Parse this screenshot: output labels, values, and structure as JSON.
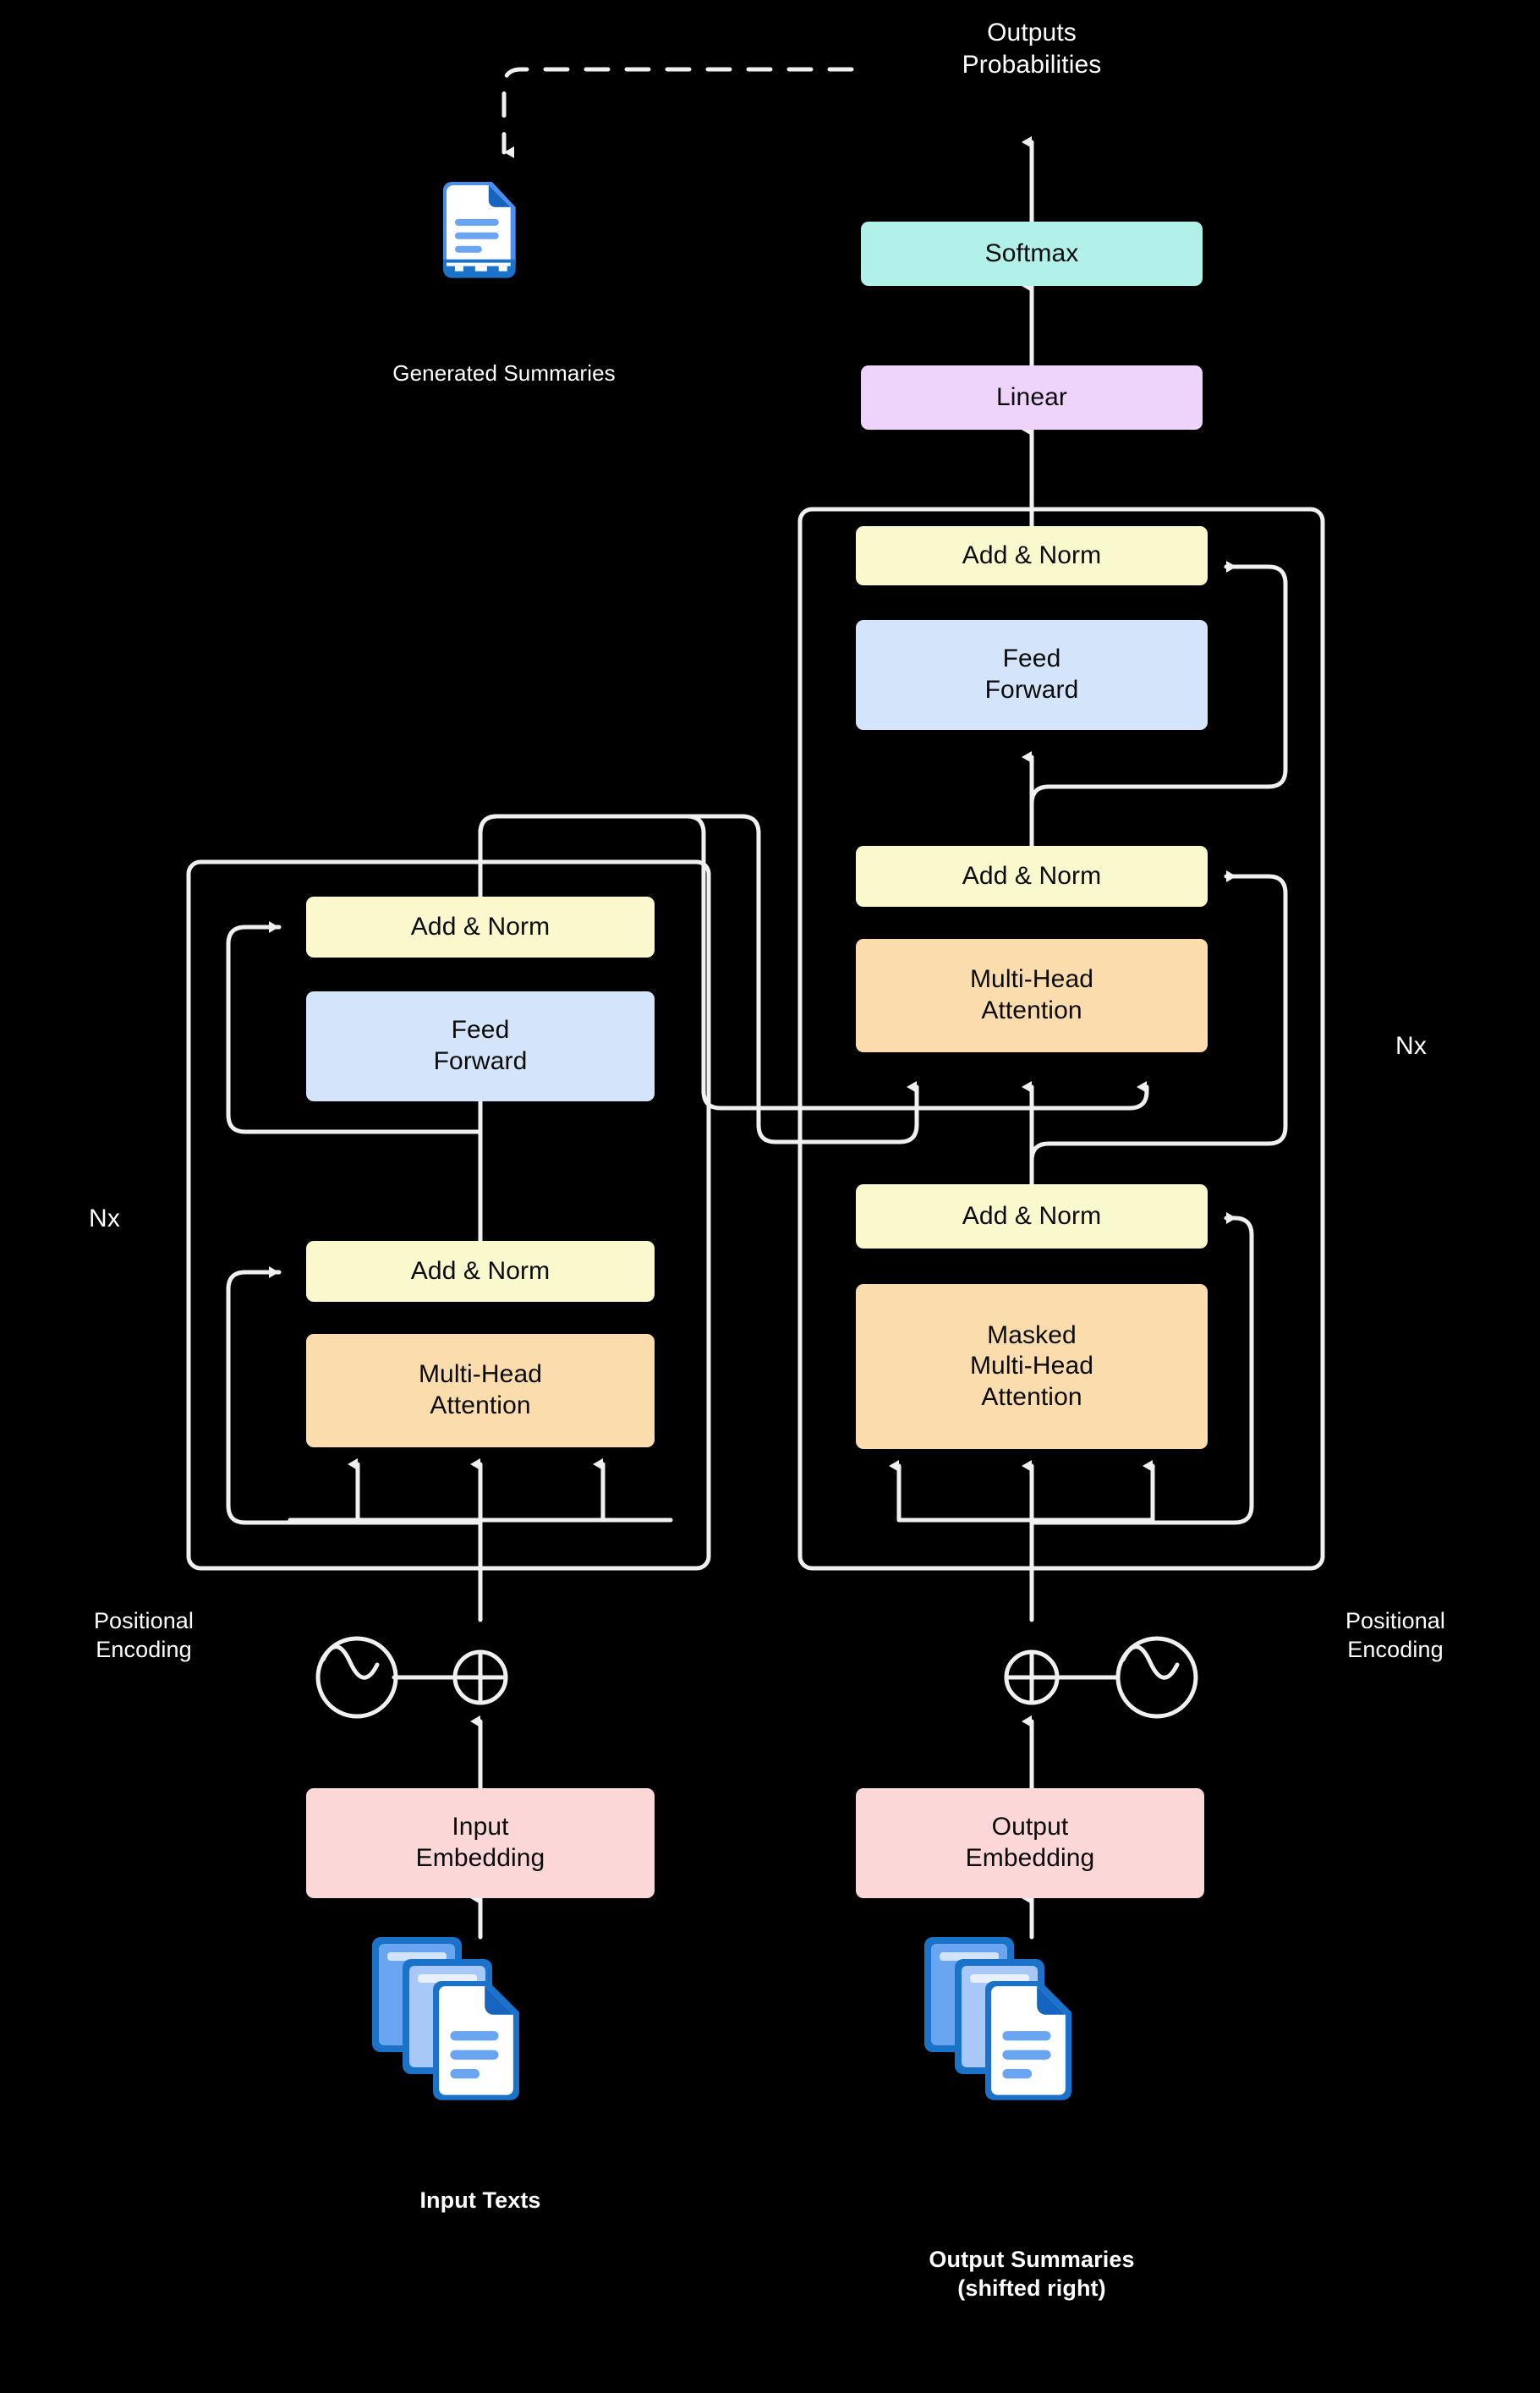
{
  "diagram": {
    "title": "Transformer encoder-decoder architecture for text summarization",
    "background_color": "#000000",
    "line_color": "#f0f0f0",
    "text_color_light": "#ffffff",
    "text_color_dark": "#0b0b0b"
  },
  "colors": {
    "softmax": "#b2f0ea",
    "linear": "#eed4fa",
    "add_norm": "#faf8cd",
    "feed_forward": "#d4e4fa",
    "attention": "#fadcad",
    "embedding": "#fbd7d8",
    "doc_outline": "#1a73c8",
    "doc_mid": "#4a8ff0",
    "doc_fill": "#ffffff",
    "doc_line": "#6aa5f2",
    "doc_fold": "#1565c0"
  },
  "top": {
    "outputs_label": "Outputs\nProbabilities",
    "generated_summaries_label": "Generated Summaries"
  },
  "head_blocks": [
    {
      "id": "softmax",
      "label": "Softmax",
      "color": "#b2f0ea"
    },
    {
      "id": "linear",
      "label": "Linear",
      "color": "#eed4fa"
    }
  ],
  "encoder": {
    "repeat_label": "Nx",
    "positional_encoding_label": "Positional\nEncoding",
    "blocks": [
      {
        "id": "enc-add-norm-2",
        "label": "Add & Norm",
        "color": "#faf8cd"
      },
      {
        "id": "enc-feed-forward",
        "label": "Feed\nForward",
        "color": "#d4e4fa"
      },
      {
        "id": "enc-add-norm-1",
        "label": "Add & Norm",
        "color": "#faf8cd"
      },
      {
        "id": "enc-multi-head-attention",
        "label": "Multi-Head\nAttention",
        "color": "#fadcad"
      }
    ],
    "embedding": {
      "id": "input-embedding",
      "label": "Input\nEmbedding",
      "color": "#fbd7d8"
    },
    "source_label": "Input Texts"
  },
  "decoder": {
    "repeat_label": "Nx",
    "positional_encoding_label": "Positional\nEncoding",
    "blocks": [
      {
        "id": "dec-add-norm-3",
        "label": "Add & Norm",
        "color": "#faf8cd"
      },
      {
        "id": "dec-feed-forward",
        "label": "Feed\nForward",
        "color": "#d4e4fa"
      },
      {
        "id": "dec-add-norm-2",
        "label": "Add & Norm",
        "color": "#faf8cd"
      },
      {
        "id": "dec-multi-head-attention",
        "label": "Multi-Head\nAttention",
        "color": "#fadcad"
      },
      {
        "id": "dec-add-norm-1",
        "label": "Add & Norm",
        "color": "#faf8cd"
      },
      {
        "id": "dec-masked-multi-head-attention",
        "label": "Masked\nMulti-Head\nAttention",
        "color": "#fadcad"
      }
    ],
    "embedding": {
      "id": "output-embedding",
      "label": "Output\nEmbedding",
      "color": "#fbd7d8"
    },
    "source_label": "Output Summaries\n(shifted right)"
  },
  "icons": {
    "positional_encoding_icon": "sine-wave-in-circle-icon",
    "sum_icon": "circled-plus-icon",
    "generated_doc_icon": "document-icon",
    "input_docs_icon": "document-stack-icon",
    "output_docs_icon": "document-stack-icon"
  }
}
